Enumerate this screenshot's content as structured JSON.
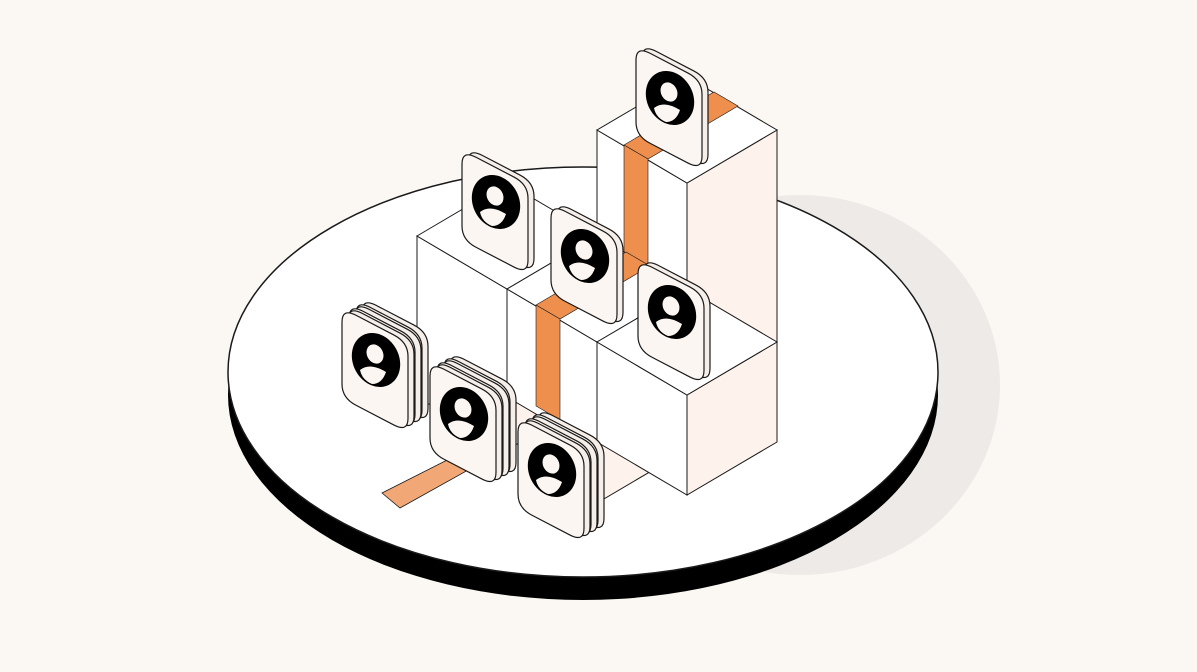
{
  "colors": {
    "background": "#FBF8F3",
    "platform_top": "#FFFFFF",
    "platform_side": "#000000",
    "shadow": "#EEEAE7",
    "block_front": "#FFFFFF",
    "block_side": "#FEF3EC",
    "path_orange": "#EE8F4E",
    "path_orange_light": "#F1A876",
    "tile_face": "#FBF6F1",
    "tile_side": "#F6EFE9",
    "icon_fill": "#000000",
    "icon_accent": "#FBF6F1",
    "outline": "#1A1A1A"
  },
  "icons": {
    "tile": "user-avatar-icon",
    "stack": "user-avatar-stack-icon"
  },
  "structure": {
    "blocks": [
      {
        "name": "step-block-low",
        "level": 1
      },
      {
        "name": "step-block-mid",
        "level": 2
      },
      {
        "name": "step-block-high",
        "level": 3
      },
      {
        "name": "step-block-front",
        "level": 1
      }
    ],
    "standalone_tiles": 4,
    "stacked_tiles": 3,
    "tiles_per_stack": 3
  }
}
